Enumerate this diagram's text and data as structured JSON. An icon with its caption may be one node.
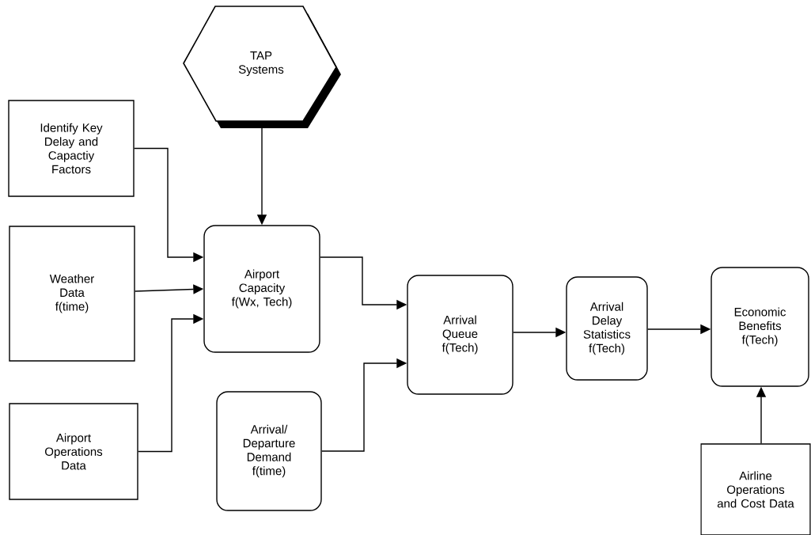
{
  "diagram": {
    "nodes": [
      {
        "text": [
          "TAP Systems"
        ]
      },
      {
        "text": [
          "Identify Key Delay and Capactiy Factors"
        ]
      },
      {
        "text": [
          "Weather Data f(time)"
        ]
      },
      {
        "text": [
          "Airport Operations Data"
        ]
      },
      {
        "text": [
          "Airport Capacity f(Wx, Tech)"
        ]
      },
      {
        "text": [
          "Arrival/ Departure Demand f(time)"
        ]
      },
      {
        "text": [
          "Arrival Queue f(Tech)"
        ]
      },
      {
        "text": [
          "Arrival Delay Statistics f(Tech)"
        ]
      },
      {
        "text": [
          "Economic Benefits f(Tech)"
        ]
      },
      {
        "text": [
          "Airline Operations and Cost Data"
        ]
      }
    ],
    "edges": [
      {
        "from": 0,
        "to": 4,
        "arrow": "to"
      },
      {
        "from": 1,
        "to": 4,
        "arrow": "to"
      },
      {
        "from": 2,
        "to": 4,
        "arrow": "to"
      },
      {
        "from": 3,
        "to": 4,
        "arrow": "to"
      },
      {
        "from": 4,
        "to": 6,
        "arrow": "to"
      },
      {
        "from": 5,
        "to": 6,
        "arrow": "to"
      },
      {
        "from": 6,
        "to": 7,
        "arrow": "to"
      },
      {
        "from": 7,
        "to": 8,
        "arrow": "to"
      },
      {
        "from": 9,
        "to": 8,
        "arrow": "to"
      }
    ]
  }
}
